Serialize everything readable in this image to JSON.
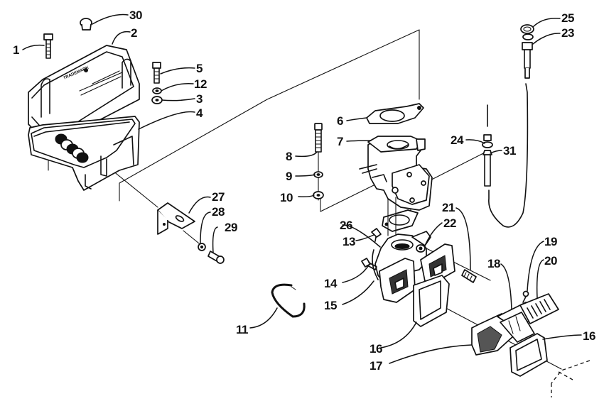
{
  "diagram": {
    "title": "Carburetor and Intake Assembly (Exploded View)",
    "cover_emblem_text": "TRADEMARK",
    "callouts": [
      {
        "id": "c1",
        "label": "1",
        "part": "screw"
      },
      {
        "id": "c2",
        "label": "2",
        "part": "silencer-cover"
      },
      {
        "id": "c3",
        "label": "3",
        "part": "washer"
      },
      {
        "id": "c4",
        "label": "4",
        "part": "silencer-base"
      },
      {
        "id": "c5",
        "label": "5",
        "part": "screw"
      },
      {
        "id": "c6",
        "label": "6",
        "part": "gasket"
      },
      {
        "id": "c7",
        "label": "7",
        "part": "carburetor"
      },
      {
        "id": "c8",
        "label": "8",
        "part": "cap-screw"
      },
      {
        "id": "c9",
        "label": "9",
        "part": "lock-washer"
      },
      {
        "id": "c10",
        "label": "10",
        "part": "flat-washer"
      },
      {
        "id": "c11",
        "label": "11",
        "part": "clamp-ring"
      },
      {
        "id": "c12",
        "label": "12",
        "part": "lock-washer"
      },
      {
        "id": "c13",
        "label": "13",
        "part": "fitting"
      },
      {
        "id": "c14",
        "label": "14",
        "part": "cap-screw"
      },
      {
        "id": "c15",
        "label": "15",
        "part": "intake-manifold"
      },
      {
        "id": "c16a",
        "label": "16",
        "part": "gasket"
      },
      {
        "id": "c16b",
        "label": "16",
        "part": "gasket"
      },
      {
        "id": "c17",
        "label": "17",
        "part": "reed-valve-housing"
      },
      {
        "id": "c18",
        "label": "18",
        "part": "reed-block"
      },
      {
        "id": "c19",
        "label": "19",
        "part": "screw"
      },
      {
        "id": "c20",
        "label": "20",
        "part": "reed-stop"
      },
      {
        "id": "c21",
        "label": "21",
        "part": "stud"
      },
      {
        "id": "c22",
        "label": "22",
        "part": "nut"
      },
      {
        "id": "c23",
        "label": "23",
        "part": "choke-knob-housing"
      },
      {
        "id": "c24",
        "label": "24",
        "part": "nut"
      },
      {
        "id": "c25",
        "label": "25",
        "part": "choke-knob"
      },
      {
        "id": "c26",
        "label": "26",
        "part": "gasket"
      },
      {
        "id": "c27",
        "label": "27",
        "part": "bracket"
      },
      {
        "id": "c28",
        "label": "28",
        "part": "lock-washer"
      },
      {
        "id": "c29",
        "label": "29",
        "part": "screw"
      },
      {
        "id": "c30",
        "label": "30",
        "part": "plug"
      },
      {
        "id": "c31",
        "label": "31",
        "part": "cable-adjuster"
      }
    ]
  }
}
